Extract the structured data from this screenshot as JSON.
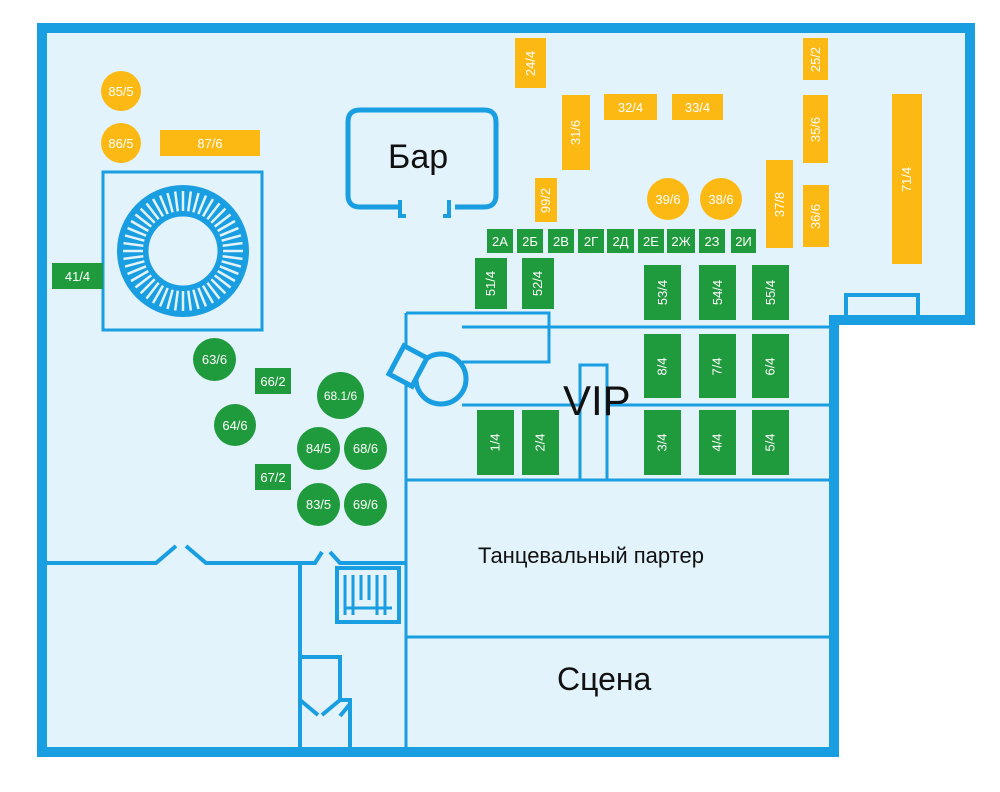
{
  "colors": {
    "wall": "#1a9ee2",
    "floor": "#e2f3fb",
    "green": "#1f9a3c",
    "yellow": "#fdb913",
    "text": "#111111",
    "table_text": "#ffffff"
  },
  "rooms": {
    "bar": "Бар",
    "vip": "VIP",
    "dance_floor": "Танцевальный партер",
    "stage": "Сцена"
  },
  "tables": [
    {
      "id": "85/5",
      "label": "85/5",
      "color": "yellow",
      "shape": "round"
    },
    {
      "id": "86/5",
      "label": "86/5",
      "color": "yellow",
      "shape": "round"
    },
    {
      "id": "87/6",
      "label": "87/6",
      "color": "yellow",
      "shape": "rect"
    },
    {
      "id": "24/4",
      "label": "24/4",
      "color": "yellow",
      "shape": "rect-v"
    },
    {
      "id": "25/2",
      "label": "25/2",
      "color": "yellow",
      "shape": "rect-v"
    },
    {
      "id": "32/4",
      "label": "32/4",
      "color": "yellow",
      "shape": "rect"
    },
    {
      "id": "33/4",
      "label": "33/4",
      "color": "yellow",
      "shape": "rect"
    },
    {
      "id": "31/6",
      "label": "31/6",
      "color": "yellow",
      "shape": "rect-v"
    },
    {
      "id": "35/6",
      "label": "35/6",
      "color": "yellow",
      "shape": "rect-v"
    },
    {
      "id": "71/4",
      "label": "71/4",
      "color": "yellow",
      "shape": "rect-v"
    },
    {
      "id": "99/2",
      "label": "99/2",
      "color": "yellow",
      "shape": "rect-v"
    },
    {
      "id": "39/6",
      "label": "39/6",
      "color": "yellow",
      "shape": "round"
    },
    {
      "id": "38/6",
      "label": "38/6",
      "color": "yellow",
      "shape": "round"
    },
    {
      "id": "37/8",
      "label": "37/8",
      "color": "yellow",
      "shape": "rect-v"
    },
    {
      "id": "36/6",
      "label": "36/6",
      "color": "yellow",
      "shape": "rect-v"
    },
    {
      "id": "2A",
      "label": "2А",
      "color": "green",
      "shape": "rect"
    },
    {
      "id": "2B",
      "label": "2Б",
      "color": "green",
      "shape": "rect"
    },
    {
      "id": "2V",
      "label": "2В",
      "color": "green",
      "shape": "rect"
    },
    {
      "id": "2G",
      "label": "2Г",
      "color": "green",
      "shape": "rect"
    },
    {
      "id": "2D",
      "label": "2Д",
      "color": "green",
      "shape": "rect"
    },
    {
      "id": "2E",
      "label": "2Е",
      "color": "green",
      "shape": "rect"
    },
    {
      "id": "2ZH",
      "label": "2Ж",
      "color": "green",
      "shape": "rect"
    },
    {
      "id": "2Z",
      "label": "2З",
      "color": "green",
      "shape": "rect"
    },
    {
      "id": "2I",
      "label": "2И",
      "color": "green",
      "shape": "rect"
    },
    {
      "id": "41/4",
      "label": "41/4",
      "color": "green",
      "shape": "rect"
    },
    {
      "id": "51/4",
      "label": "51/4",
      "color": "green",
      "shape": "rect-v"
    },
    {
      "id": "52/4",
      "label": "52/4",
      "color": "green",
      "shape": "rect-v"
    },
    {
      "id": "53/4",
      "label": "53/4",
      "color": "green",
      "shape": "rect-v"
    },
    {
      "id": "54/4",
      "label": "54/4",
      "color": "green",
      "shape": "rect-v"
    },
    {
      "id": "55/4",
      "label": "55/4",
      "color": "green",
      "shape": "rect-v"
    },
    {
      "id": "63/6",
      "label": "63/6",
      "color": "green",
      "shape": "round"
    },
    {
      "id": "66/2",
      "label": "66/2",
      "color": "green",
      "shape": "rect"
    },
    {
      "id": "68.1/6",
      "label": "68.1/6",
      "color": "green",
      "shape": "round"
    },
    {
      "id": "64/6",
      "label": "64/6",
      "color": "green",
      "shape": "round"
    },
    {
      "id": "84/5",
      "label": "84/5",
      "color": "green",
      "shape": "round"
    },
    {
      "id": "68/6",
      "label": "68/6",
      "color": "green",
      "shape": "round"
    },
    {
      "id": "67/2",
      "label": "67/2",
      "color": "green",
      "shape": "rect"
    },
    {
      "id": "83/5",
      "label": "83/5",
      "color": "green",
      "shape": "round"
    },
    {
      "id": "69/6",
      "label": "69/6",
      "color": "green",
      "shape": "round"
    },
    {
      "id": "8/4",
      "label": "8/4",
      "color": "green",
      "shape": "rect-v"
    },
    {
      "id": "7/4",
      "label": "7/4",
      "color": "green",
      "shape": "rect-v"
    },
    {
      "id": "6/4",
      "label": "6/4",
      "color": "green",
      "shape": "rect-v"
    },
    {
      "id": "1/4",
      "label": "1/4",
      "color": "green",
      "shape": "rect-v"
    },
    {
      "id": "2/4",
      "label": "2/4",
      "color": "green",
      "shape": "rect-v"
    },
    {
      "id": "3/4",
      "label": "3/4",
      "color": "green",
      "shape": "rect-v"
    },
    {
      "id": "4/4",
      "label": "4/4",
      "color": "green",
      "shape": "rect-v"
    },
    {
      "id": "5/4",
      "label": "5/4",
      "color": "green",
      "shape": "rect-v"
    }
  ]
}
